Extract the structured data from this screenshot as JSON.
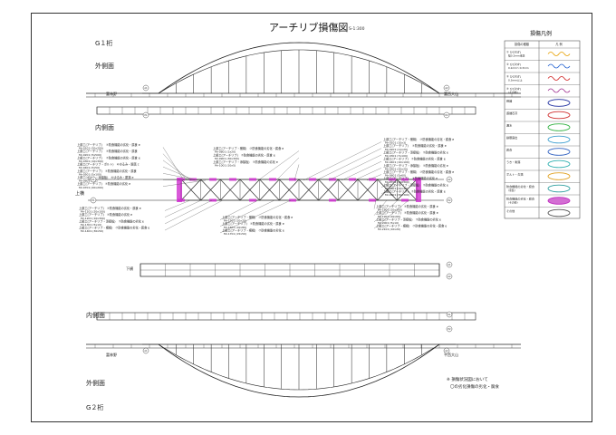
{
  "drawing": {
    "title": "アーチリブ損傷図",
    "scale": "S-1:300",
    "girder_top": "G１桁",
    "girder_bottom": "G２桁",
    "outer_face": "外側面",
    "inner_face": "内側面",
    "top_chord": "上横",
    "bottom_chord": "下横",
    "abutment_left": "富林野",
    "abutment_right": "富西大山",
    "abutment_left_bottom": "富林野",
    "abutment_right_bottom": "平西大山",
    "pier_marks": [
      "A1",
      "A2",
      "P1",
      "P2"
    ],
    "note_line1": "※ 損傷状況図において",
    "note_line2": "〇の劣化損傷の劣化・腐食"
  },
  "legend": {
    "title": "損傷凡例",
    "header_col1": "損傷の種類",
    "header_col2": "凡 例",
    "items": [
      {
        "label": "① ひびわれ",
        "sub": "幅0.2mm未満",
        "color": "#e6a000",
        "kind": "wave"
      },
      {
        "label": "② ひびわれ",
        "sub": "0.2mm〜0.3mm",
        "color": "#2060d0",
        "kind": "wave"
      },
      {
        "label": "③ ひびわれ",
        "sub": "0.3mm以上",
        "color": "#d02020",
        "kind": "wave"
      },
      {
        "label": "④ ひびわれ",
        "sub": "(その他)",
        "color": "#a03090",
        "kind": "wave"
      },
      {
        "label": "剥離",
        "sub": "",
        "color": "#2030a0",
        "kind": "ellipse"
      },
      {
        "label": "遊離石灰",
        "sub": "",
        "color": "#d03030",
        "kind": "ellipse"
      },
      {
        "label": "漏水",
        "sub": "",
        "color": "#30b040",
        "kind": "ellipse"
      },
      {
        "label": "鉄筋露出",
        "sub": "",
        "color": "#40a0d0",
        "kind": "ellipse"
      },
      {
        "label": "腐食",
        "sub": "",
        "color": "#3060c0",
        "kind": "ellipse"
      },
      {
        "label": "うき・剥落",
        "sub": "",
        "color": "#30b0b0",
        "kind": "ellipse"
      },
      {
        "label": "ボルト・欠落",
        "sub": "",
        "color": "#e0a020",
        "kind": "ellipse"
      },
      {
        "label": "防食機能の劣化・腐食",
        "sub": "(塗装)",
        "color": "#30a0a0",
        "kind": "ellipse"
      },
      {
        "label": "防食機能の劣化・腐食",
        "sub": "(その他)",
        "color": "#c030c0",
        "kind": "ellipse-fill"
      },
      {
        "label": "その他",
        "sub": "",
        "color": "#555555",
        "kind": "ellipse"
      }
    ]
  },
  "annotations_left": [
    {
      "t1": "上部工(アーチリブ) 　⑦防食機能の劣化・腐食 e",
      "t2": "Mr-0101 (20x200)"
    },
    {
      "t1": "上部工(アーチリブ) 　⑦防食機能の劣化・腐食",
      "t2": "Mr-0201 (5x500)"
    },
    {
      "t1": "上部工(アーチリブ) 　⑦防食機能の劣化・腐食 e",
      "t2": "Mr-0301 (10x300)"
    },
    {
      "t1": "上部工(アーチリブ・ボルト)　⑥ゆるみ・脱落 c",
      "t2": "Mr-0401 (5x50)"
    },
    {
      "t1": "上部工(アーチリブ)　⑦防食機能の劣化・腐食",
      "t2": "Mr-0501 (5x100)"
    },
    {
      "t1": "上部工(ボルト・添接板)　⑥ゆるみ・脱落 e",
      "t2": "Mr-0601 (1本)"
    },
    {
      "t1": "上部工(アーチリブ)　⑦防食機能の劣化 e",
      "t2": "Mr-0701 (20x200)"
    }
  ],
  "annotations_right": [
    {
      "t1": "上部工(アーチリブ・横構)　⑦防食機能の劣化・腐食 e",
      "t2": "Mr-0101 (10x3)"
    },
    {
      "t1": "上部工(アーチリブ) 　⑦防食機能の劣化・腐食 e",
      "t2": "Mr-0201 (11x20)"
    },
    {
      "t1": "上部工(アーチリブ・添接板)　⑦防食機能の劣化 e",
      "t2": "Mr-0301 (7x100)"
    },
    {
      "t1": "上部工(アーチリブ)　⑦防食機能の劣化・腐食 e",
      "t2": "Mr-0401 (10x100)"
    },
    {
      "t1": "上部工(アーチリブ・添接板)　⑦防食機能の劣化 e",
      "t2": "Mr-0501 (20x20)"
    },
    {
      "t1": "上部工(アーチリブ・横構)　⑦防食機能の劣化・腐食 e",
      "t2": "Mr-0601 (5x60)"
    },
    {
      "t1": "上部工(アーチリブ) 　⑦防食機能の劣化 e",
      "t2": "Mr-0701 (60x300)"
    },
    {
      "t1": "上部工(アーチリブ・添接板)　⑦防食機能の劣化 e",
      "t2": "Mr-0801 (10x40)"
    },
    {
      "t1": "上部工(アーチリブ)　⑦防食機能の劣化・腐食 e",
      "t2": "Mr-0901 (30x300)"
    }
  ],
  "annotations_top": [
    {
      "t1": "上部工(アーチリブ・横構)　⑦防食機能の劣化・腐食 e",
      "t2": "Mr-0801 (1x20)"
    },
    {
      "t1": "上部工(アーチリブ)　⑦防食機能の劣化・腐食 e",
      "t2": "Mr-0901 (30x300)"
    },
    {
      "t1": "上部工(アーチリブ・添接板)　⑦防食機能の劣化 e",
      "t2": "Mr-1001 (10x5)"
    }
  ],
  "annotations_bottom_left": [
    {
      "t1": "上部工(アーチリブ)　⑦防食機能の劣化・腐食 e",
      "t2": "Mr-1101 (20x100)"
    },
    {
      "t1": "上部工(アーチリブ)　⑦防食機能の劣化 e",
      "t2": "Mr-1201 (10x300)"
    },
    {
      "t1": "上部工(アーチリブ・添接板)　⑦防食機能の劣化 e",
      "t2": "Mr-1301 (5x10)"
    },
    {
      "t1": "上部工(アーチリブ・横構)　⑦防食機能の劣化・腐食 e",
      "t2": "Mr-1401 (30x50)"
    }
  ],
  "annotations_bottom_mid": [
    {
      "t1": "上部工(アーチリブ・横構)　⑦防食機能の劣化・腐食 e",
      "t2": "Mr-1501 (10x20)"
    },
    {
      "t1": "上部工(アーチリブ)　⑦防食機能の劣化・腐食 e",
      "t2": "Mr-1601 (10x80)"
    },
    {
      "t1": "上部工(アーチリブ・横構)　⑦防食機能の劣化 e",
      "t2": "Mr-1701 (15x50)"
    }
  ],
  "annotations_bottom_right": [
    {
      "t1": "上部工(アーチリブ)　⑦防食機能の劣化・腐食 e",
      "t2": "Mr-1801 (10x300)"
    },
    {
      "t1": "上部工(アーチリブ)　⑦防食機能の劣化・腐食 e",
      "t2": "Mr-1901 (20x60)"
    },
    {
      "t1": "上部工(アーチリブ・添接板)　⑦防食機能の劣化 e",
      "t2": "Mr-2001 (5x10)"
    },
    {
      "t1": "上部工(アーチリブ・横構)　⑦防食機能の劣化・腐食 e",
      "t2": "Mr-2101 (10x20)"
    }
  ],
  "colors": {
    "line": "#222222",
    "damage": "#d030d0",
    "arrow": "#444444"
  }
}
